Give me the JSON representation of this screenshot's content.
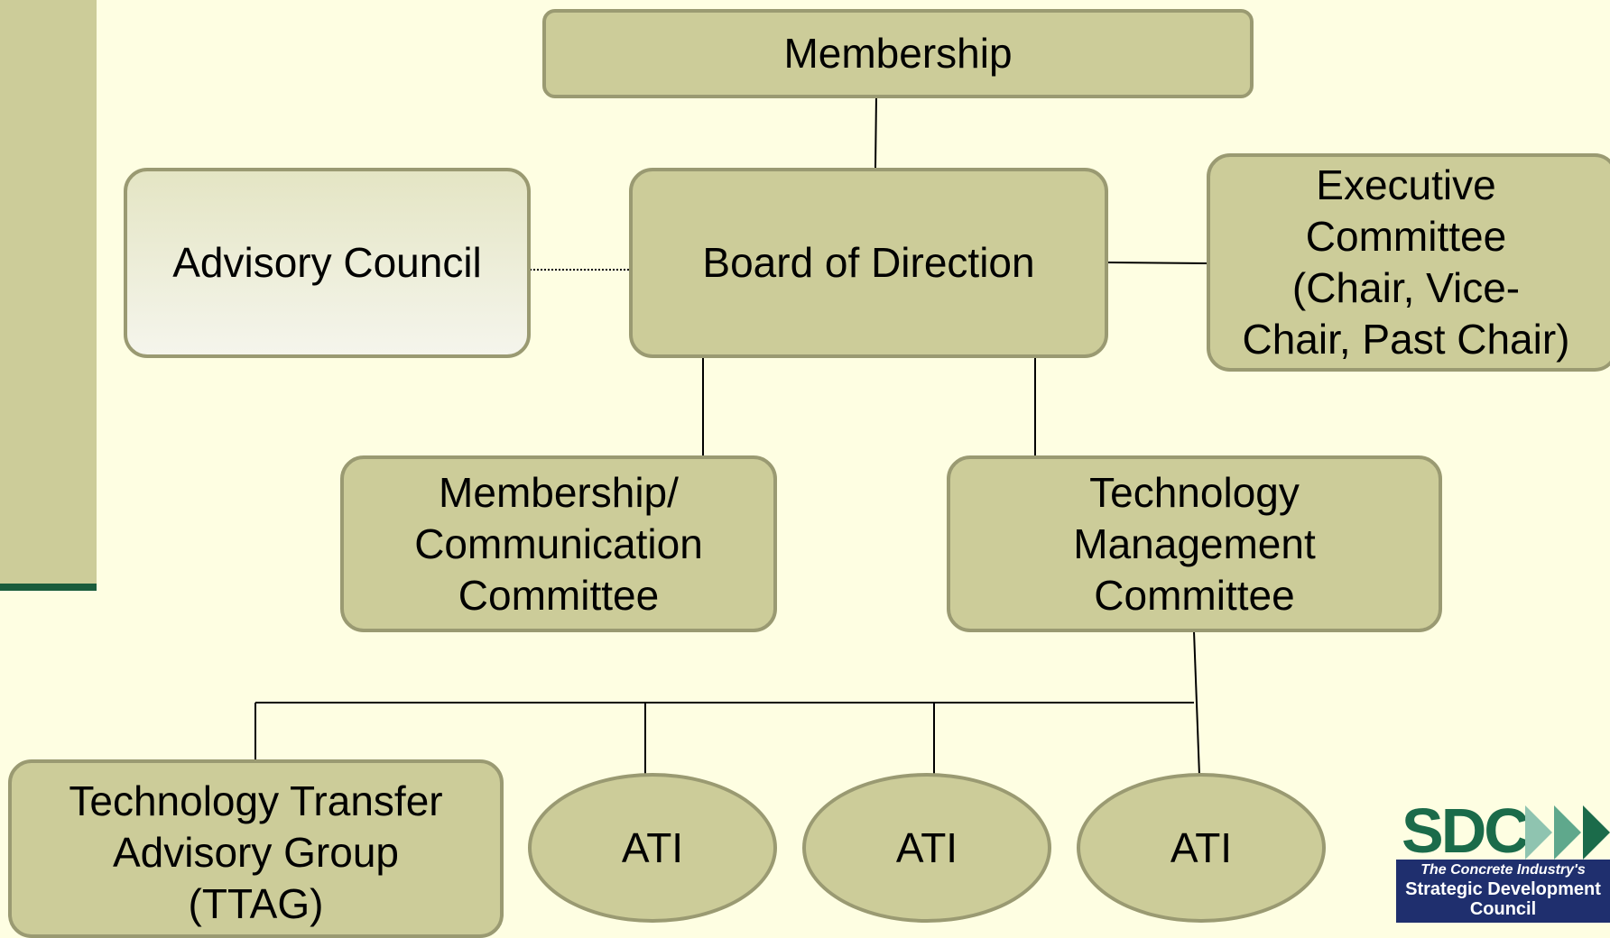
{
  "nodes": {
    "membership": "Membership",
    "advisory_council": "Advisory Council",
    "board_of_direction": "Board of Direction",
    "executive_committee": [
      "Executive",
      "Committee",
      "(Chair, Vice-",
      "Chair, Past Chair)"
    ],
    "membership_communication": [
      "Membership/",
      "Communication",
      "Committee"
    ],
    "technology_management": [
      "Technology",
      "Management",
      "Committee"
    ],
    "ttag": [
      "Technology Transfer",
      "Advisory Group",
      "(TTAG)"
    ],
    "ati_1": "ATI",
    "ati_2": "ATI",
    "ati_3": "ATI"
  },
  "logo": {
    "acronym": "SDC",
    "tagline": "The Concrete Industry's",
    "name_line1": "Strategic Development",
    "name_line2": "Council"
  }
}
